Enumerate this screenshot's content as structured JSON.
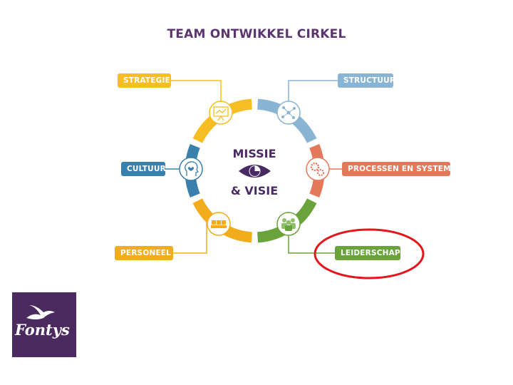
{
  "title": "TEAM ONTWIKKEL CIRKEL",
  "center": {
    "line1": "MISSIE",
    "line2": "& VISIE",
    "icon": "eye-icon"
  },
  "labels": {
    "strategie": "STRATEGIE",
    "structuur": "STRUCTUUR",
    "cultuur": "CULTUUR",
    "processen": "PROCESSEN EN SYSTEMEN",
    "personeel": "PERSONEEL",
    "leiderschap": "LEIDERSCHAP"
  },
  "colors": {
    "title": "#5b3570",
    "strategie": "#f6be22",
    "structuur": "#8ab4d3",
    "cultuur": "#3a80ac",
    "processen": "#e3785a",
    "personeel": "#f2ad1d",
    "leiderschap": "#6aa33b",
    "highlight": "#e3161e",
    "logo_bg": "#4b2a5f"
  },
  "icons": {
    "strategie": "presentation-chart-icon",
    "structuur": "network-icon",
    "cultuur": "head-heart-icon",
    "processen": "gears-icon",
    "personeel": "people-icon",
    "leiderschap": "group-icon"
  },
  "logo": {
    "text": "Fontys"
  }
}
